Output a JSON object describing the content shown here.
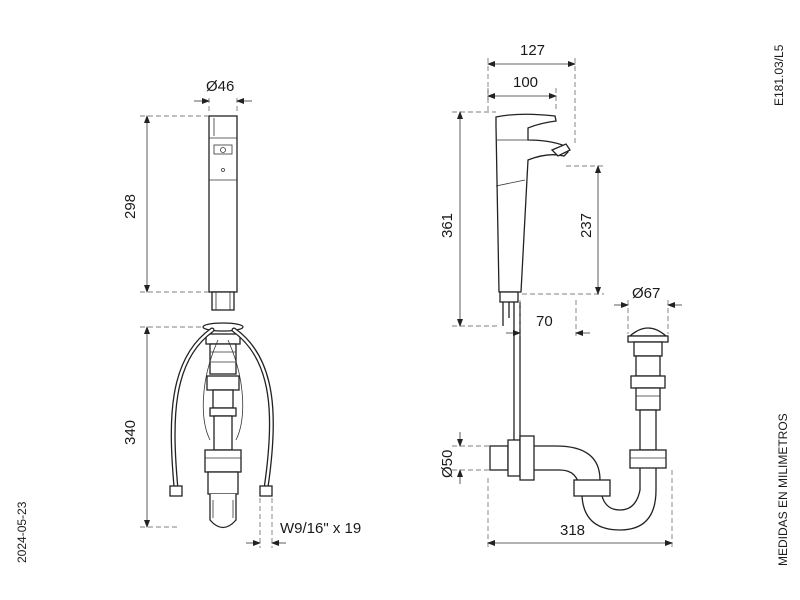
{
  "header": {
    "reference_code": "E181.03/L5"
  },
  "footer": {
    "date": "2024-05-23",
    "units_note": "MEDIDAS EN MILIMETROS"
  },
  "front_view": {
    "diameter_label": "Ø46",
    "faucet_height": "298",
    "hose_length": "340",
    "hose_connection": "W9/16\" x 19"
  },
  "side_view": {
    "total_width": "127",
    "spout_reach": "100",
    "total_height": "361",
    "spout_height": "237",
    "deck_depth": "70",
    "drain_diameter": "Ø67",
    "trap_outlet_diameter": "Ø50",
    "trap_length": "318"
  },
  "colors": {
    "line": "#222222",
    "background": "#ffffff"
  }
}
